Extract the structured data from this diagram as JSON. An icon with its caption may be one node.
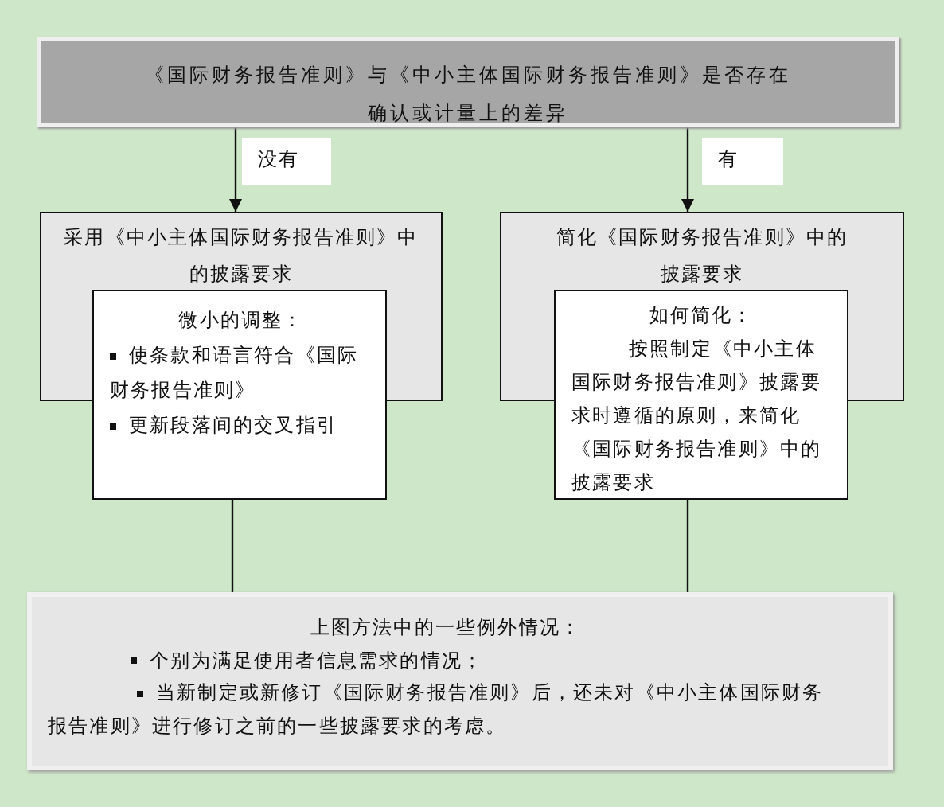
{
  "diagram": {
    "nodes": [
      {
        "text": [
          "《国际财务报告准则》与《中小主体国际财务报告准则》是否存在确认或计量上的差异"
        ]
      },
      {
        "text": [
          "采用《中小主体国际财务报告准则》中的披露要求"
        ]
      },
      {
        "text": [
          "微小的调整：",
          "使条款和语言符合《国际财务报告准则》",
          "更新段落间的交叉指引"
        ]
      },
      {
        "text": [
          "简化《国际财务报告准则》中的披露要求"
        ]
      },
      {
        "text": [
          "如何简化：",
          "按照制定《中小主体国际财务报告准则》披露要求时遵循的原则，来简化《国际财务报告准则》中的披露要求"
        ]
      },
      {
        "text": [
          "上图方法中的一些例外情况：",
          "个别为满足使用者信息需求的情况；",
          "当新制定或新修订《国际财务报告准则》后，还未对《中小主体国际财务报告准则》进行修订之前的一些披露要求的考虑。"
        ]
      }
    ],
    "edges": [
      {
        "from": 0,
        "to": 1,
        "arrow": "to",
        "label": "没有"
      },
      {
        "from": 0,
        "to": 3,
        "arrow": "to",
        "label": "有"
      },
      {
        "from": 2,
        "to": 5,
        "arrow": "none"
      },
      {
        "from": 4,
        "to": 5,
        "arrow": "none"
      }
    ]
  }
}
